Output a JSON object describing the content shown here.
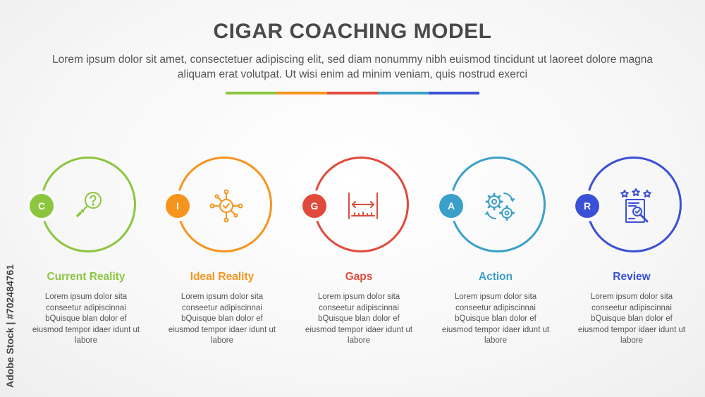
{
  "header": {
    "title": "CIGAR COACHING MODEL",
    "subtitle": "Lorem ipsum dolor sit amet, consectetuer adipiscing elit, sed diam nonummy nibh euismod tincidunt ut laoreet dolore magna aliquam erat volutpat. Ut wisi enim ad minim veniam, quis nostrud exerci"
  },
  "colors": {
    "green": "#8cc63f",
    "orange": "#f7941d",
    "red": "#e04a3c",
    "teal": "#3aa0c9",
    "blue": "#3a50d6"
  },
  "steps": [
    {
      "letter": "C",
      "label": "Current Reality",
      "color": "#8cc63f",
      "icon": "magnifier-question-icon",
      "desc": "Lorem ipsum dolor sita conseetur adipiscinnai bQuisque blan dolor ef eiusmod tempor idaer idunt ut labore"
    },
    {
      "letter": "I",
      "label": "Ideal Reality",
      "color": "#f7941d",
      "icon": "target-network-icon",
      "desc": "Lorem ipsum dolor sita conseetur adipiscinnai bQuisque blan dolor ef eiusmod tempor idaer idunt ut labore"
    },
    {
      "letter": "G",
      "label": "Gaps",
      "color": "#e04a3c",
      "icon": "gap-measure-icon",
      "desc": "Lorem ipsum dolor sita conseetur adipiscinnai bQuisque blan dolor ef eiusmod tempor idaer idunt ut labore"
    },
    {
      "letter": "A",
      "label": "Action",
      "color": "#3aa0c9",
      "icon": "gears-icon",
      "desc": "Lorem ipsum dolor sita conseetur adipiscinnai bQuisque blan dolor ef eiusmod tempor idaer idunt ut labore"
    },
    {
      "letter": "R",
      "label": "Review",
      "color": "#3a50d6",
      "icon": "review-document-icon",
      "desc": "Lorem ipsum dolor sita conseetur adipiscinnai bQuisque blan dolor ef eiusmod tempor idaer idunt ut labore"
    }
  ],
  "credit": "Adobe Stock | #702484761"
}
